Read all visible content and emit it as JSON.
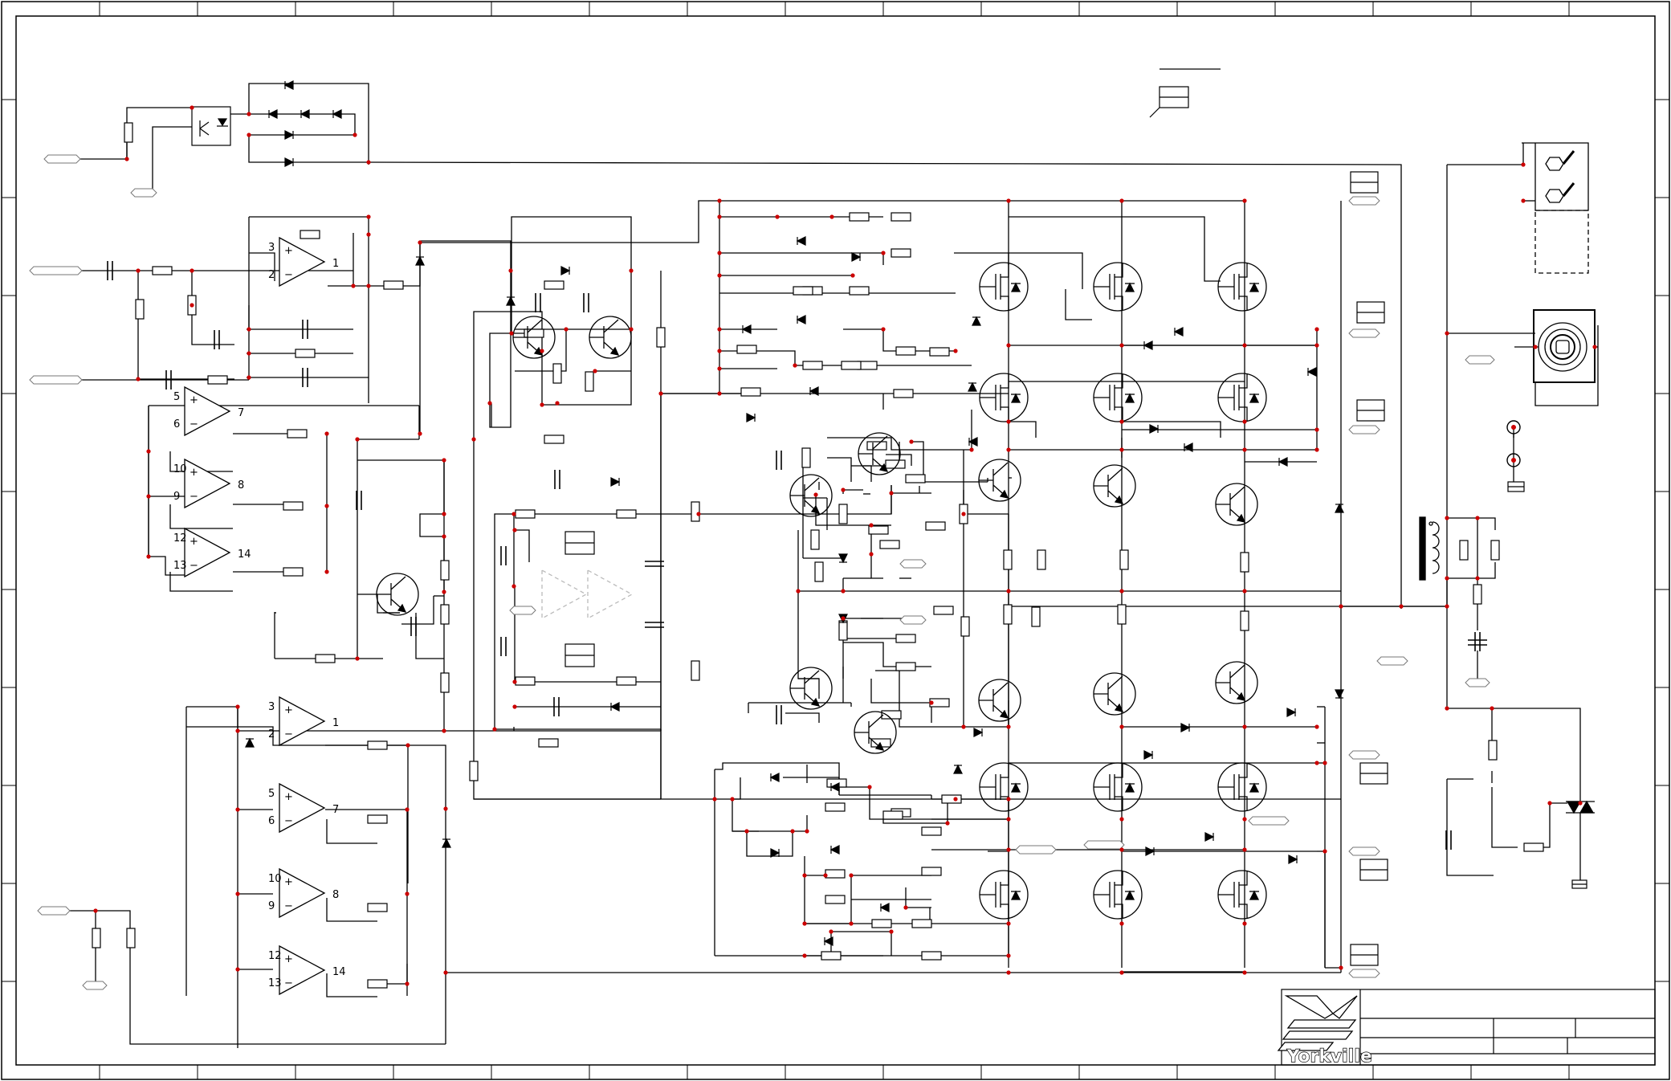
{
  "title_block": {
    "company": "Yorkville",
    "logo": "yorkville-logo"
  },
  "opamp_pins": [
    {
      "plus": "3",
      "minus": "2",
      "out": "1"
    },
    {
      "plus": "5",
      "minus": "6",
      "out": "7"
    },
    {
      "plus": "10",
      "minus": "9",
      "out": "8"
    },
    {
      "plus": "12",
      "minus": "13",
      "out": "14"
    },
    {
      "plus": "3",
      "minus": "2",
      "out": "1"
    },
    {
      "plus": "5",
      "minus": "6",
      "out": "7"
    },
    {
      "plus": "10",
      "minus": "9",
      "out": "8"
    },
    {
      "plus": "12",
      "minus": "13",
      "out": "14"
    }
  ],
  "colors": {
    "wire": "#000000",
    "junction": "#cc0000",
    "ghost": "#bbbbbb"
  }
}
